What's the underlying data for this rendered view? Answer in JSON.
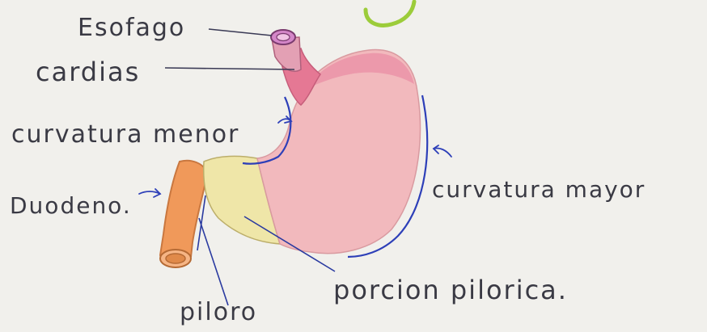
{
  "labels": {
    "esofago": "Esofago",
    "cardias": "cardias",
    "curvatura_menor": "curvatura menor",
    "curvatura_mayor": "curvatura mayor",
    "duodeno": "Duodeno.",
    "piloro": "piloro",
    "porcion_pilorica": "porcion pilorica."
  },
  "colors": {
    "paper": "#f1f0ec",
    "stomach_body": "#f2b9bd",
    "cardias": "#e57894",
    "esophagus": "#e3a0b4",
    "pyloric_region": "#efe6a8",
    "duodenum": "#f0995a",
    "curvature_lines": "#2d3fb8",
    "label_text": "#3a3a44",
    "logo_ring": "#9ccc3a"
  }
}
